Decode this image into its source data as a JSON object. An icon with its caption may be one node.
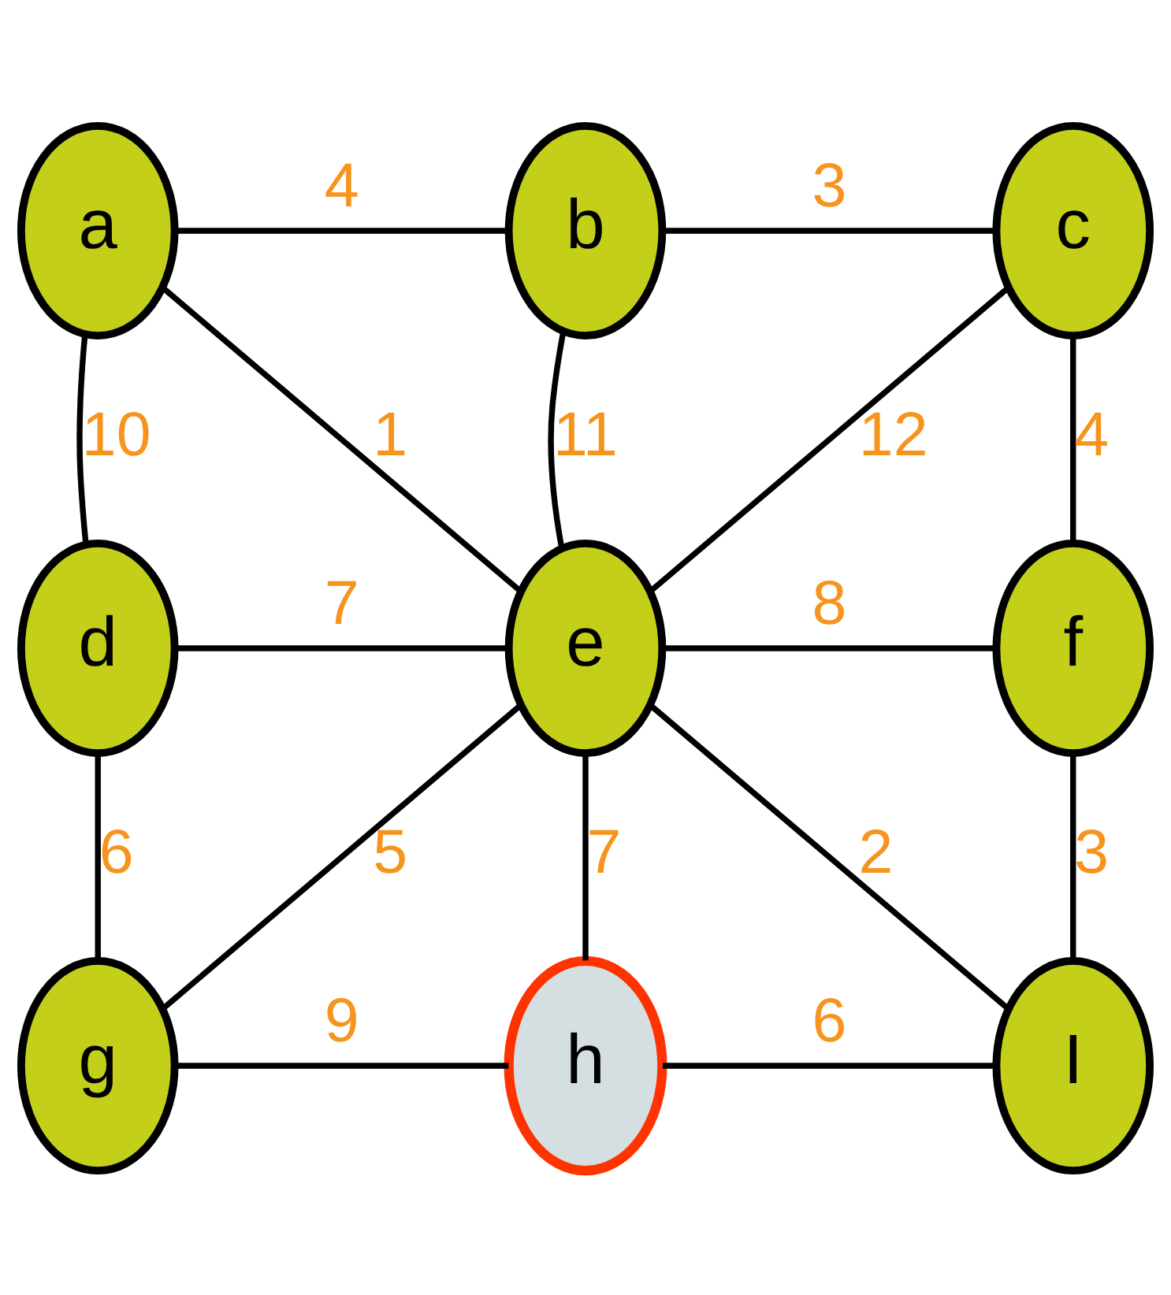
{
  "diagram": {
    "nodes": [
      {
        "text": [
          "a"
        ]
      },
      {
        "text": [
          "b"
        ]
      },
      {
        "text": [
          "c"
        ]
      },
      {
        "text": [
          "d"
        ]
      },
      {
        "text": [
          "e"
        ]
      },
      {
        "text": [
          "f"
        ]
      },
      {
        "text": [
          "g"
        ]
      },
      {
        "text": [
          "h"
        ]
      },
      {
        "text": [
          "I"
        ]
      }
    ],
    "edges": [
      {
        "from": 0,
        "to": 1,
        "arrow": "none",
        "label": "4"
      },
      {
        "from": 1,
        "to": 2,
        "arrow": "none",
        "label": "3"
      },
      {
        "from": 0,
        "to": 3,
        "arrow": "none",
        "label": "10"
      },
      {
        "from": 0,
        "to": 4,
        "arrow": "none",
        "label": "1"
      },
      {
        "from": 1,
        "to": 4,
        "arrow": "none",
        "label": "11"
      },
      {
        "from": 2,
        "to": 4,
        "arrow": "none",
        "label": "12"
      },
      {
        "from": 2,
        "to": 5,
        "arrow": "none",
        "label": "4"
      },
      {
        "from": 3,
        "to": 4,
        "arrow": "none",
        "label": "7"
      },
      {
        "from": 4,
        "to": 5,
        "arrow": "none",
        "label": "8"
      },
      {
        "from": 3,
        "to": 6,
        "arrow": "none",
        "label": "6"
      },
      {
        "from": 4,
        "to": 6,
        "arrow": "none",
        "label": "5"
      },
      {
        "from": 4,
        "to": 7,
        "arrow": "none",
        "label": "7"
      },
      {
        "from": 4,
        "to": 8,
        "arrow": "none",
        "label": "2"
      },
      {
        "from": 5,
        "to": 8,
        "arrow": "none",
        "label": "3"
      },
      {
        "from": 6,
        "to": 7,
        "arrow": "none",
        "label": "9"
      },
      {
        "from": 7,
        "to": 8,
        "arrow": "none",
        "label": "6"
      }
    ]
  }
}
